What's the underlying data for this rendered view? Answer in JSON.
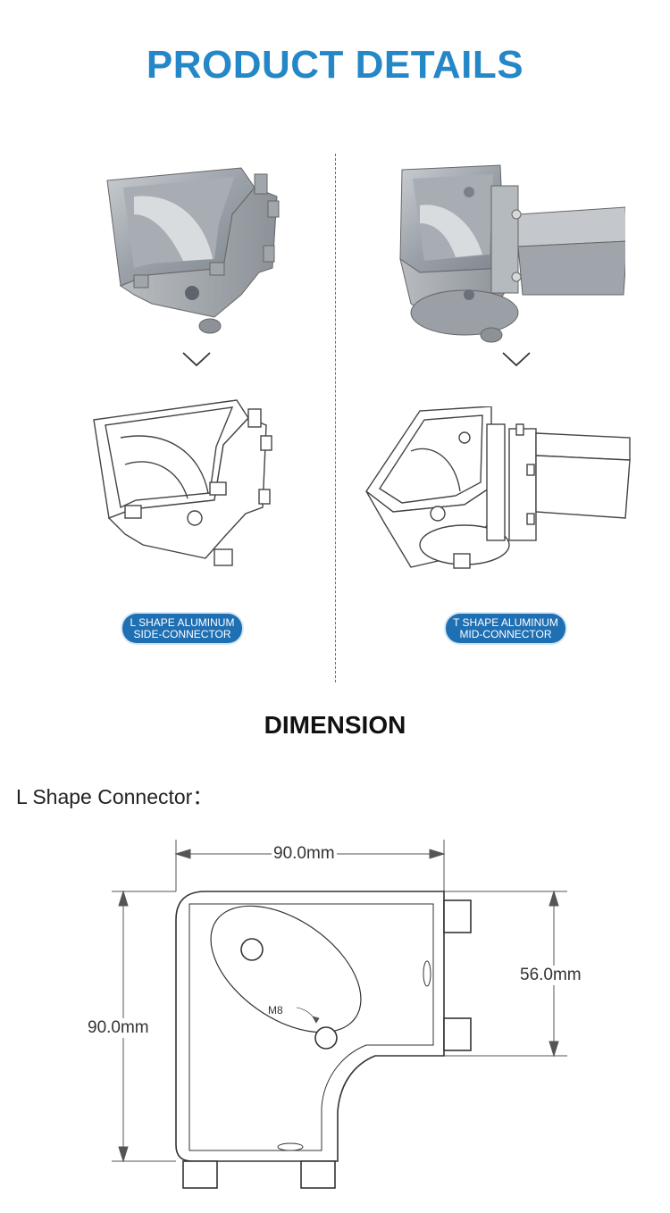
{
  "header": {
    "title": "PRODUCT DETAILS"
  },
  "products": [
    {
      "line1": "L SHAPE ALUMINUM",
      "line2": "SIDE-CONNECTOR"
    },
    {
      "line1": "T SHAPE ALUMINUM",
      "line2": "MID-CONNECTOR"
    }
  ],
  "dimension": {
    "title": "DIMENSION",
    "subtitle": "L Shape Connector：",
    "width": "90.0mm",
    "height": "90.0mm",
    "depth": "56.0mm",
    "thread": "M8"
  },
  "icons": [
    "chevron-down-icon"
  ],
  "colors": {
    "title": "#2487c7",
    "badge": "#1f6fb3"
  }
}
